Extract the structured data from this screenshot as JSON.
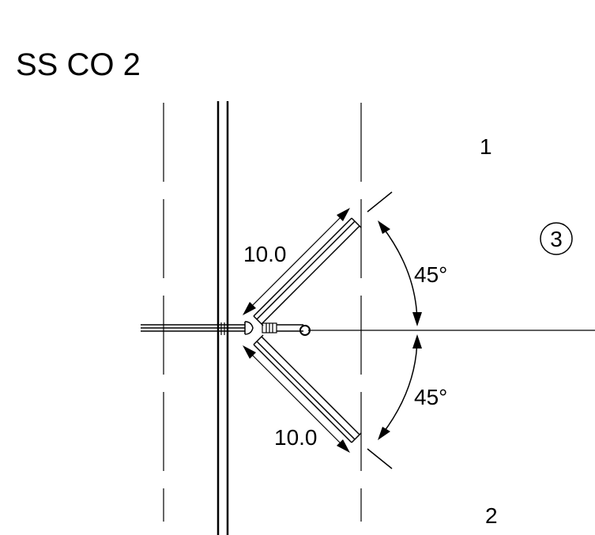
{
  "drawing": {
    "title": "SS CO 2",
    "area_labels": {
      "upper": "1",
      "lower": "2"
    },
    "detail_tag": "3",
    "dimensions": {
      "upper_length": "10.0",
      "lower_length": "10.0",
      "upper_angle": "45°",
      "lower_angle": "45°"
    },
    "colors": {
      "ink": "#000000",
      "background": "#ffffff"
    }
  }
}
